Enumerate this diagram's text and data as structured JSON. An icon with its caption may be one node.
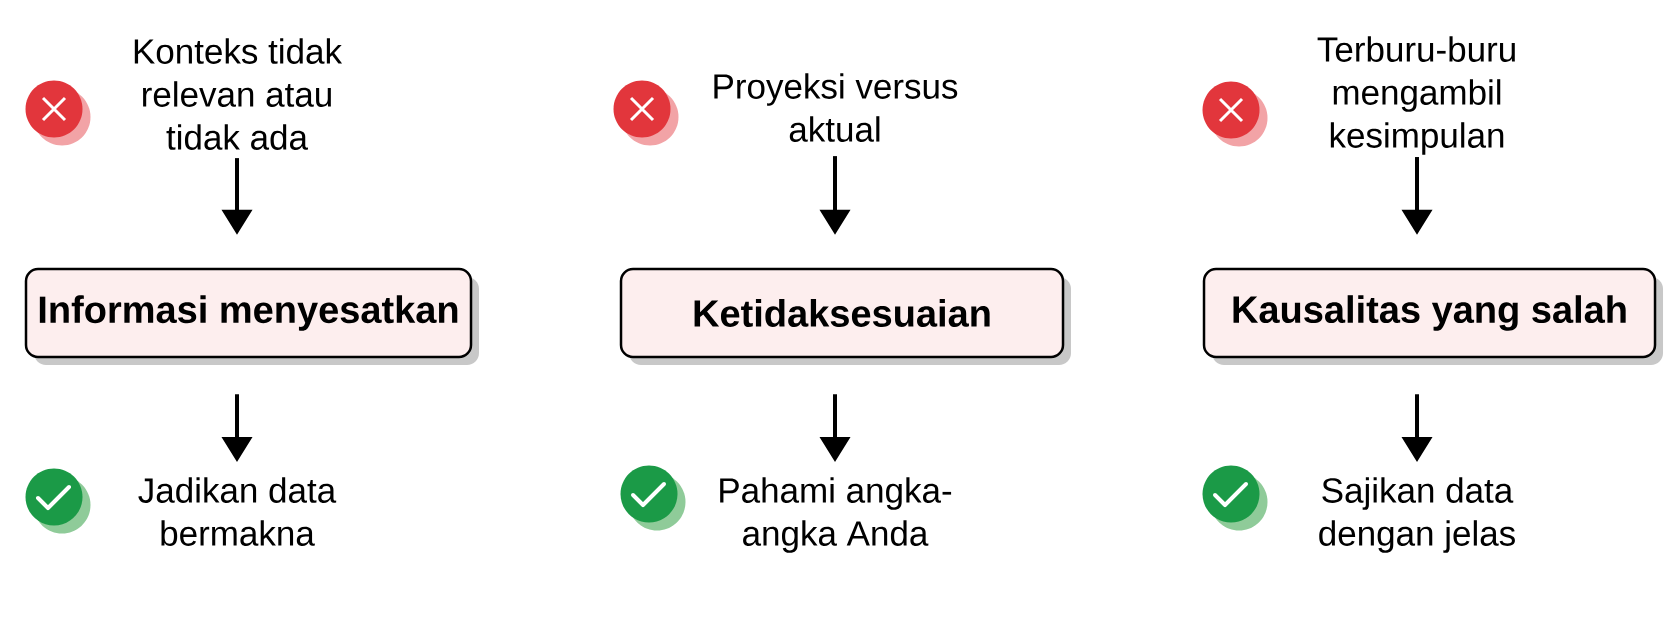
{
  "diagram": {
    "nodes": [
      {
        "text": [
          "Konteks tidak relevan atau tidak ada"
        ]
      },
      {
        "text": [
          "Proyeksi versus aktual"
        ]
      },
      {
        "text": [
          "Terburu-buru mengambil kesimpulan"
        ]
      },
      {
        "text": [
          "Informasi menyesatkan"
        ]
      },
      {
        "text": [
          "Ketidaksesuaian"
        ]
      },
      {
        "text": [
          "Kausalitas yang salah"
        ]
      },
      {
        "text": [
          "Jadikan data bermakna"
        ]
      },
      {
        "text": [
          "Pahami angka-angka Anda"
        ]
      },
      {
        "text": [
          "Sajikan data dengan jelas"
        ]
      }
    ],
    "edges": [
      {
        "from": 0,
        "to": 3,
        "arrow": "to"
      },
      {
        "from": 1,
        "to": 4,
        "arrow": "to"
      },
      {
        "from": 2,
        "to": 5,
        "arrow": "to"
      },
      {
        "from": 3,
        "to": 6,
        "arrow": "to"
      },
      {
        "from": 4,
        "to": 7,
        "arrow": "to"
      },
      {
        "from": 5,
        "to": 8,
        "arrow": "to"
      }
    ]
  }
}
